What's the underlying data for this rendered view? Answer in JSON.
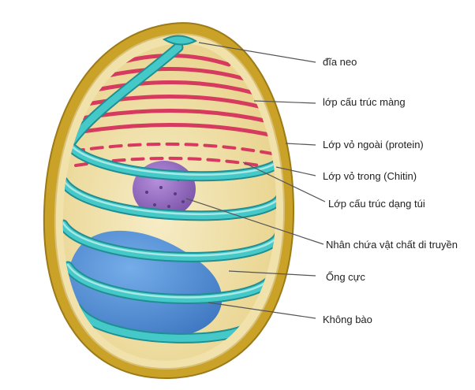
{
  "labels": [
    "đĩa neo",
    "lớp cấu trúc màng",
    "Lớp vỏ ngoài (protein)",
    "Lớp vỏ trong (Chitin)",
    "Lớp cấu trúc dạng túi",
    "Nhân chứa vật chất di truyền",
    "Ống cực",
    "Không bào"
  ],
  "colors": {
    "shell_outer": "#c9a227",
    "shell_inner": "#efe0a8",
    "membrane_lines": "#d63a5e",
    "polar_tube": "#3fbfc0",
    "nucleus": "#8d64b8",
    "vacuole": "#3f86d6",
    "leader_line": "#555555"
  }
}
